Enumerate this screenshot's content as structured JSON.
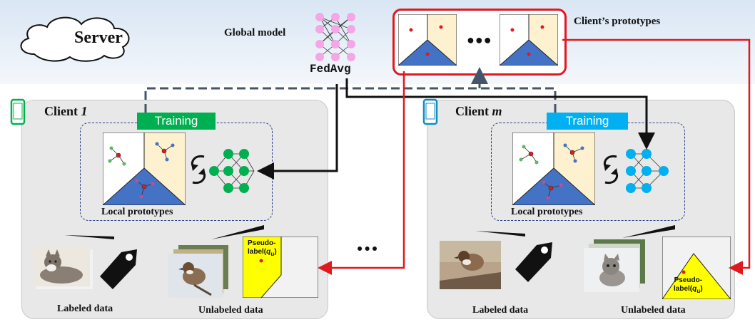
{
  "server": {
    "label": "Server"
  },
  "global_model": {
    "label": "Global model",
    "algo": "FedAvg"
  },
  "prototypes_box": {
    "label": "Client’s prototypes",
    "ellipsis": "●●●"
  },
  "client1": {
    "title_prefix": "Client ",
    "title_suffix": "1",
    "training": "Training",
    "local_protos": "Local prototypes",
    "labeled": "Labeled data",
    "unlabeled": "Unlabeled data",
    "pseudo_1": "Pseudo-",
    "pseudo_2": "label(",
    "pseudo_q": "q",
    "pseudo_sub": "u",
    "pseudo_close": ")",
    "accent": "#00b050"
  },
  "clientm": {
    "title_prefix": "Client ",
    "title_suffix": "m",
    "training": "Training",
    "local_protos": "Local prototypes",
    "labeled": "Labeled data",
    "unlabeled": "Unlabeled data",
    "pseudo_1": "Pseudo-",
    "pseudo_2": "label(",
    "pseudo_q": "q",
    "pseudo_sub": "u",
    "pseudo_close": ")",
    "accent": "#00b0f0"
  },
  "middle_ellipsis": "●●●",
  "colors": {
    "arrow_red": "#e0191e",
    "dash_blue": "#44546a",
    "pink_node": "#f4a6e6",
    "proto_blue": "#4472c4",
    "proto_yellow": "#fdf1d0",
    "pseudo_yellow": "#ffff00"
  }
}
